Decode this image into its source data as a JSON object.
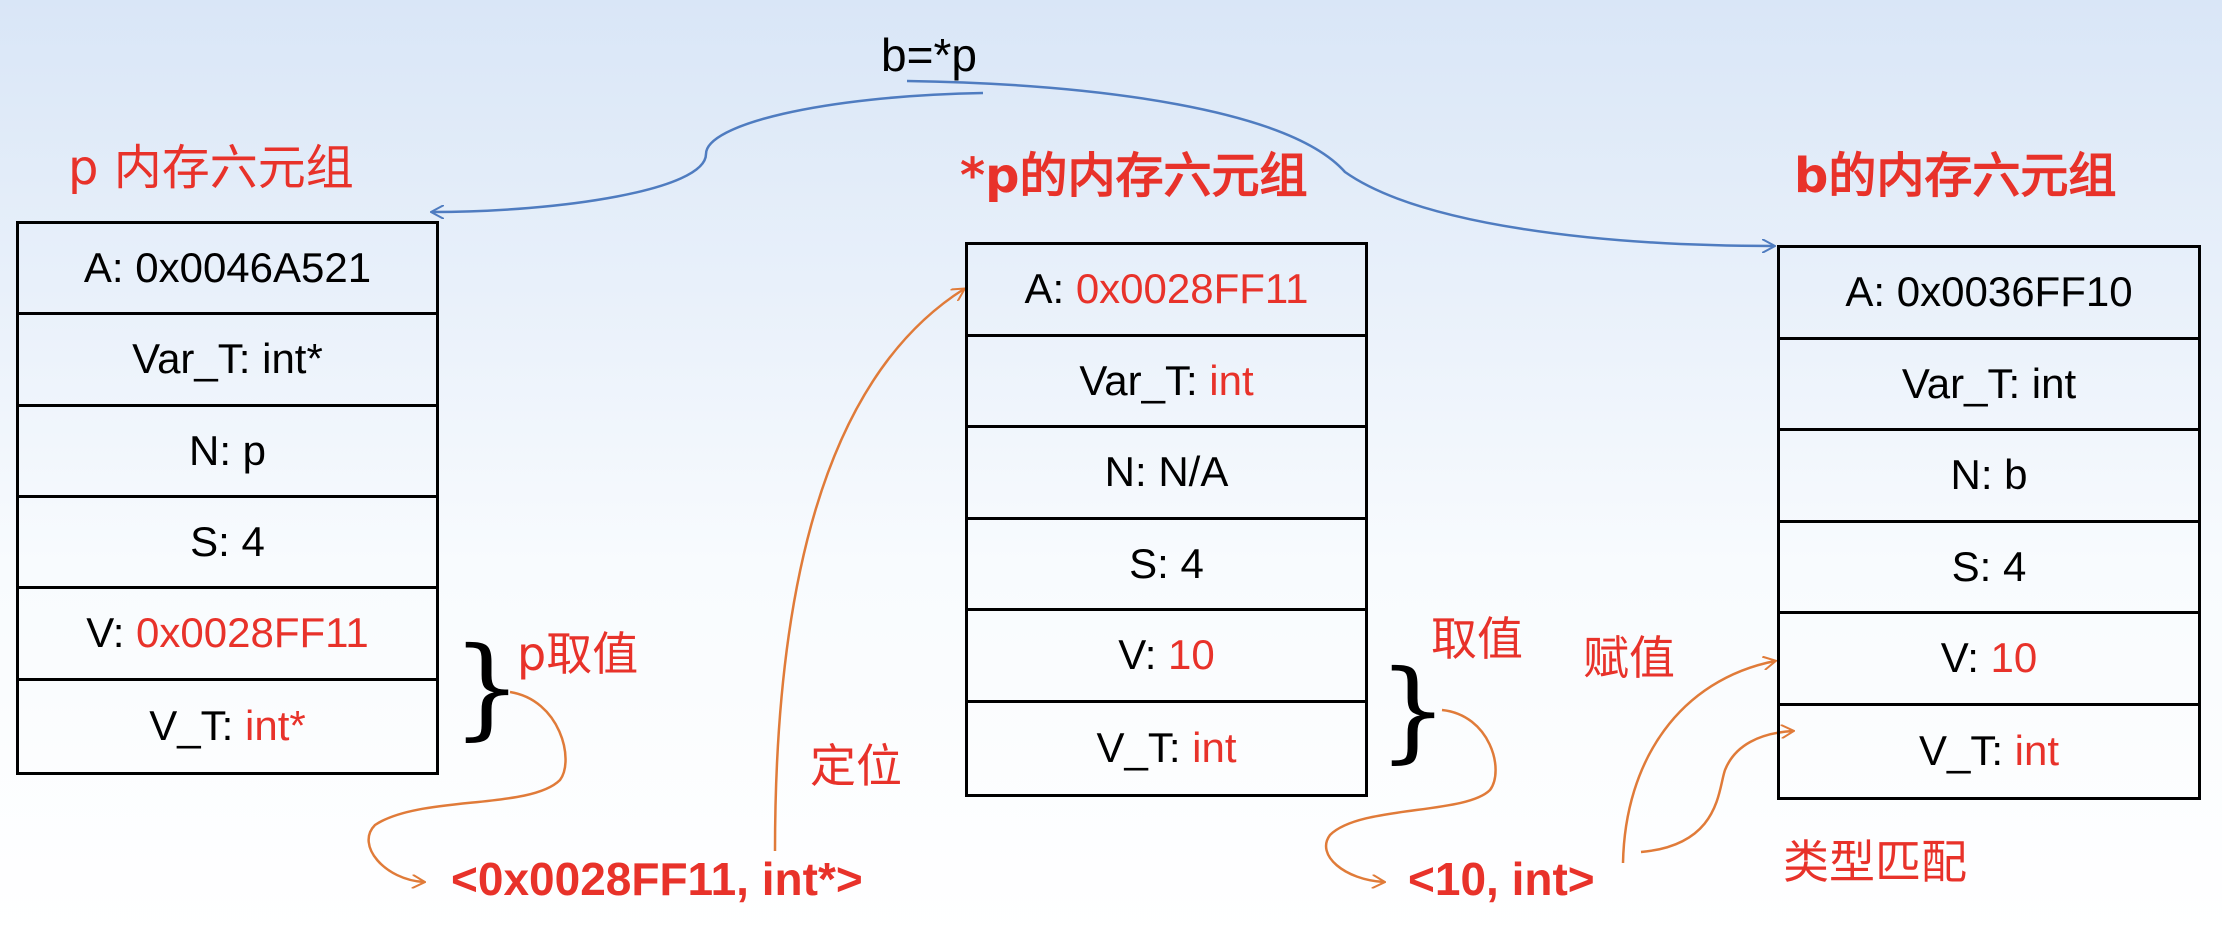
{
  "statement": "b=*p",
  "titles": {
    "p": "p 内存六元组",
    "star_p": "*p的内存六元组",
    "b": "b的内存六元组"
  },
  "tables": {
    "p": [
      {
        "label": "A: ",
        "value": "0x0046A521",
        "highlight": false
      },
      {
        "label": "Var_T: ",
        "value": "int*",
        "highlight": false
      },
      {
        "label": "N: ",
        "value": "p",
        "highlight": false
      },
      {
        "label": "S: ",
        "value": "4",
        "highlight": false
      },
      {
        "label": "V: ",
        "value": "0x0028FF11",
        "highlight": true
      },
      {
        "label": "V_T: ",
        "value": "int*",
        "highlight": true
      }
    ],
    "star_p": [
      {
        "label": "A: ",
        "value": "0x0028FF11",
        "highlight": true
      },
      {
        "label": "Var_T: ",
        "value": "int",
        "highlight": true
      },
      {
        "label": "N: ",
        "value": "N/A",
        "highlight": false
      },
      {
        "label": "S: ",
        "value": "4",
        "highlight": false
      },
      {
        "label": "V: ",
        "value": "10",
        "highlight": true
      },
      {
        "label": "V_T: ",
        "value": "int",
        "highlight": true
      }
    ],
    "b": [
      {
        "label": "A: ",
        "value": "0x0036FF10",
        "highlight": false
      },
      {
        "label": "Var_T: ",
        "value": "int",
        "highlight": false
      },
      {
        "label": "N: ",
        "value": "b",
        "highlight": false
      },
      {
        "label": "S: ",
        "value": "4",
        "highlight": false
      },
      {
        "label": "V: ",
        "value": "10",
        "highlight": true
      },
      {
        "label": "V_T: ",
        "value": "int",
        "highlight": true
      }
    ]
  },
  "annotations": {
    "p_deref": "p取值",
    "locate": "定位",
    "deref": "取值",
    "assign": "赋值",
    "type_match": "类型匹配"
  },
  "pairs": {
    "p_value": "<0x0028FF11, int*>",
    "star_p_value": "<10, int>"
  },
  "colors": {
    "highlight": "#e8322a",
    "blue_arrow": "#4f7cc0",
    "orange_arrow": "#e07b39"
  }
}
